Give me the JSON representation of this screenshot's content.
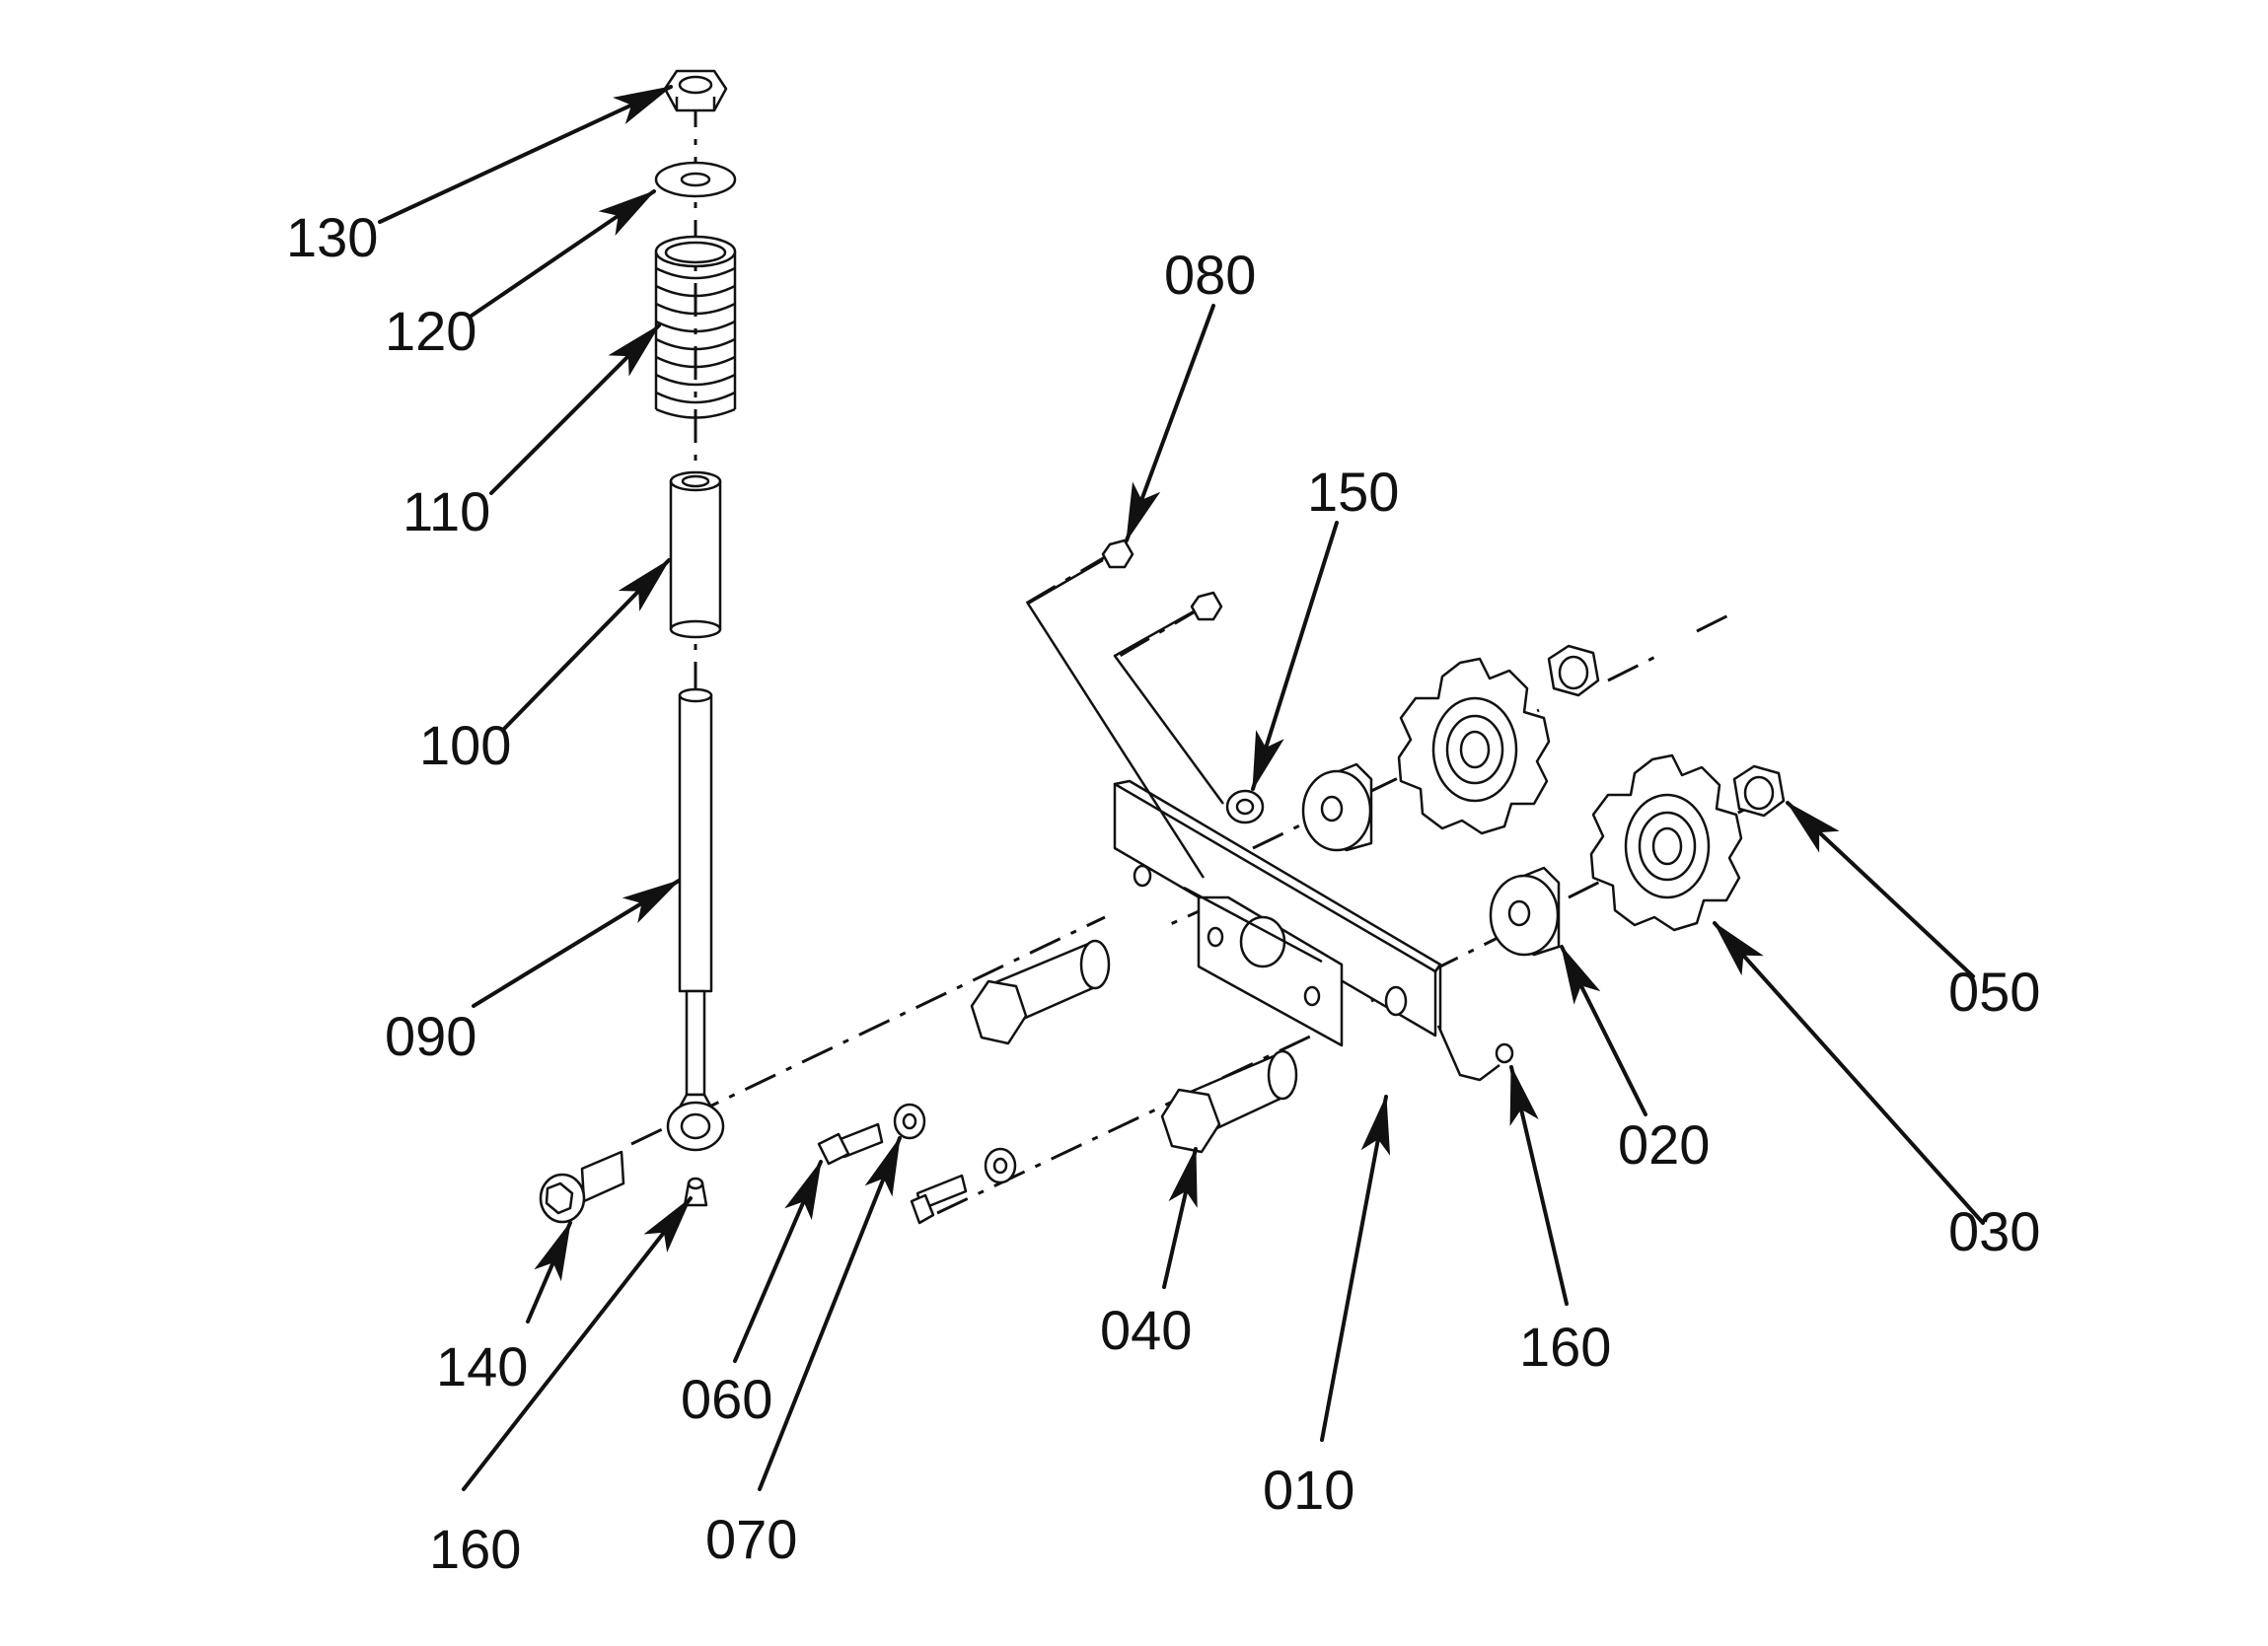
{
  "parts": [
    {
      "id": "p130",
      "label": "130",
      "name": "lock-nut-top"
    },
    {
      "id": "p120",
      "label": "120",
      "name": "washer-top"
    },
    {
      "id": "p110",
      "label": "110",
      "name": "spring"
    },
    {
      "id": "p100",
      "label": "100",
      "name": "spacer-tube"
    },
    {
      "id": "p090",
      "label": "090",
      "name": "tension-rod"
    },
    {
      "id": "p140",
      "label": "140",
      "name": "shoulder-bolt"
    },
    {
      "id": "p160a",
      "label": "160",
      "name": "grease-nipple-left"
    },
    {
      "id": "p060",
      "label": "060",
      "name": "small-bolt"
    },
    {
      "id": "p070",
      "label": "070",
      "name": "small-washer"
    },
    {
      "id": "p040",
      "label": "040",
      "name": "hex-bolt"
    },
    {
      "id": "p010",
      "label": "010",
      "name": "mounting-plate"
    },
    {
      "id": "p160b",
      "label": "160",
      "name": "grease-nipple-right"
    },
    {
      "id": "p020",
      "label": "020",
      "name": "bushing"
    },
    {
      "id": "p030",
      "label": "030",
      "name": "sprocket"
    },
    {
      "id": "p050",
      "label": "050",
      "name": "lock-nut"
    },
    {
      "id": "p150",
      "label": "150",
      "name": "small-nut"
    },
    {
      "id": "p080",
      "label": "080",
      "name": "nut"
    }
  ],
  "colors": {
    "ink": "#111111",
    "background": "#ffffff"
  }
}
